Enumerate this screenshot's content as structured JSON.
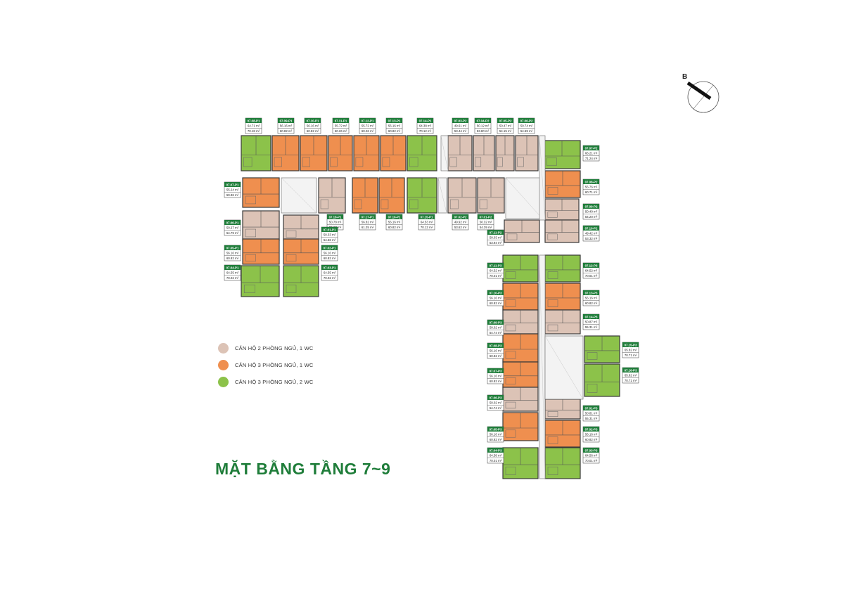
{
  "title": "MẶT BẰNG TẦNG 7~9",
  "compass": {
    "letter": "B",
    "icon": "north-arrow-icon"
  },
  "colors": {
    "two_bed_one_wc": "#dcc3b6",
    "three_bed_one_wc": "#ef8f4f",
    "three_bed_two_wc": "#8cc24a",
    "tag_header": "#1f7d3a",
    "wall": "#3a3a3a"
  },
  "legend": [
    {
      "key": "two_bed_one_wc",
      "label": "CĂN HỘ 2 PHÒNG NGỦ, 1 WC"
    },
    {
      "key": "three_bed_one_wc",
      "label": "CĂN HỘ 3 PHÒNG NGỦ, 1 WC"
    },
    {
      "key": "three_bed_two_wc",
      "label": "CĂN HỘ 3 PHÒNG NGỦ, 2 WC"
    }
  ],
  "units": [
    {
      "code": "07.08-P1",
      "area1": "64.71 m²",
      "area2": "70.18 m²",
      "type": "three_bed_two_wc"
    },
    {
      "code": "07.09-P1",
      "area1": "56.16 m²",
      "area2": "60.82 m²",
      "type": "three_bed_one_wc"
    },
    {
      "code": "07.10-P1",
      "area1": "56.16 m²",
      "area2": "60.82 m²",
      "type": "three_bed_one_wc"
    },
    {
      "code": "07.11-P1",
      "area1": "55.72 m²",
      "area2": "60.26 m²",
      "type": "three_bed_one_wc"
    },
    {
      "code": "07.12-P1",
      "area1": "55.72 m²",
      "area2": "60.26 m²",
      "type": "three_bed_one_wc"
    },
    {
      "code": "07.13-P1",
      "area1": "56.16 m²",
      "area2": "60.82 m²",
      "type": "three_bed_one_wc"
    },
    {
      "code": "07.14-P1",
      "area1": "64.38 m²",
      "area2": "70.12 m²",
      "type": "three_bed_two_wc"
    },
    {
      "code": "07.07-P1",
      "area1": "55.24 m²",
      "area2": "59.96 m²",
      "type": "three_bed_one_wc"
    },
    {
      "code": "07.06-P1",
      "area1": "50.27 m²",
      "area2": "54.79 m²",
      "type": "two_bed_one_wc"
    },
    {
      "code": "07.05-P1",
      "area1": "56.16 m²",
      "area2": "60.82 m²",
      "type": "three_bed_one_wc"
    },
    {
      "code": "07.04-P1",
      "area1": "64.55 m²",
      "area2": "70.02 m²",
      "type": "three_bed_two_wc"
    },
    {
      "code": "07.18-P1",
      "area1": "50.78 m²",
      "area2": "55.67 m²",
      "type": "two_bed_one_wc"
    },
    {
      "code": "07.17-P1",
      "area1": "56.82 m²",
      "area2": "61.25 m²",
      "type": "three_bed_one_wc"
    },
    {
      "code": "07.16-P1",
      "area1": "56.16 m²",
      "area2": "60.82 m²",
      "type": "three_bed_one_wc"
    },
    {
      "code": "07.15-P1",
      "area1": "64.53 m²",
      "area2": "70.12 m²",
      "type": "three_bed_two_wc"
    },
    {
      "code": "07.01-P1",
      "area1": "50.33 m²",
      "area2": "54.66 m²",
      "type": "two_bed_one_wc"
    },
    {
      "code": "07.02-P1",
      "area1": "56.16 m²",
      "area2": "60.82 m²",
      "type": "three_bed_one_wc"
    },
    {
      "code": "07.03-P1",
      "area1": "64.55 m²",
      "area2": "70.02 m²",
      "type": "three_bed_two_wc"
    },
    {
      "code": "07.03-P2",
      "area1": "49.61 m²",
      "area2": "53.44 m²",
      "type": "two_bed_one_wc"
    },
    {
      "code": "07.04-P2",
      "area1": "50.12 m²",
      "area2": "53.80 m²",
      "type": "two_bed_one_wc"
    },
    {
      "code": "07.05-P2",
      "area1": "50.47 m²",
      "area2": "54.15 m²",
      "type": "two_bed_one_wc"
    },
    {
      "code": "07.06-P2",
      "area1": "50.74 m²",
      "area2": "54.59 m²",
      "type": "two_bed_one_wc"
    },
    {
      "code": "07.07-P2",
      "area1": "66.21 m²",
      "area2": "71.24 m²",
      "type": "three_bed_two_wc"
    },
    {
      "code": "07.08-P2",
      "area1": "56.76 m²",
      "area2": "60.71 m²",
      "type": "three_bed_one_wc"
    },
    {
      "code": "07.09-P2",
      "area1": "50.40 m²",
      "area2": "54.20 m²",
      "type": "two_bed_one_wc"
    },
    {
      "code": "07.10-P2",
      "area1": "49.42 m²",
      "area2": "53.32 m²",
      "type": "two_bed_one_wc"
    },
    {
      "code": "07.02-P2",
      "area1": "49.92 m²",
      "area2": "53.62 m²",
      "type": "two_bed_one_wc"
    },
    {
      "code": "07.01-P2",
      "area1": "50.32 m²",
      "area2": "54.39 m²",
      "type": "two_bed_one_wc"
    },
    {
      "code": "07.11-P2",
      "area1": "50.03 m²",
      "area2": "53.94 m²",
      "type": "two_bed_one_wc"
    },
    {
      "code": "07.11-P3",
      "area1": "64.52 m²",
      "area2": "70.01 m²",
      "type": "three_bed_two_wc"
    },
    {
      "code": "07.10-P3",
      "area1": "56.16 m²",
      "area2": "60.82 m²",
      "type": "three_bed_one_wc"
    },
    {
      "code": "07.09-P3",
      "area1": "50.02 m²",
      "area2": "54.74 m²",
      "type": "two_bed_one_wc"
    },
    {
      "code": "07.08-P3",
      "area1": "56.16 m²",
      "area2": "60.82 m²",
      "type": "three_bed_one_wc"
    },
    {
      "code": "07.07-P3",
      "area1": "56.16 m²",
      "area2": "60.82 m²",
      "type": "three_bed_one_wc"
    },
    {
      "code": "07.06-P3",
      "area1": "50.02 m²",
      "area2": "54.74 m²",
      "type": "two_bed_one_wc"
    },
    {
      "code": "07.05-P3",
      "area1": "56.16 m²",
      "area2": "60.82 m²",
      "type": "three_bed_one_wc"
    },
    {
      "code": "07.04-P3",
      "area1": "64.58 m²",
      "area2": "70.01 m²",
      "type": "three_bed_two_wc"
    },
    {
      "code": "07.12-P3",
      "area1": "64.52 m²",
      "area2": "70.01 m²",
      "type": "three_bed_two_wc"
    },
    {
      "code": "07.13-P3",
      "area1": "56.16 m²",
      "area2": "60.82 m²",
      "type": "three_bed_one_wc"
    },
    {
      "code": "07.14-P3",
      "area1": "50.87 m²",
      "area2": "55.31 m²",
      "type": "two_bed_one_wc"
    },
    {
      "code": "07.15-P3",
      "area1": "65.82 m²",
      "area2": "70.71 m²",
      "type": "three_bed_two_wc"
    },
    {
      "code": "07.16-P3",
      "area1": "65.82 m²",
      "area2": "70.71 m²",
      "type": "three_bed_two_wc"
    },
    {
      "code": "07.01-P3",
      "area1": "50.81 m²",
      "area2": "55.31 m²",
      "type": "two_bed_one_wc"
    },
    {
      "code": "07.02-P3",
      "area1": "56.16 m²",
      "area2": "60.82 m²",
      "type": "three_bed_one_wc"
    },
    {
      "code": "07.03-P3",
      "area1": "64.56 m²",
      "area2": "70.01 m²",
      "type": "three_bed_two_wc"
    }
  ]
}
